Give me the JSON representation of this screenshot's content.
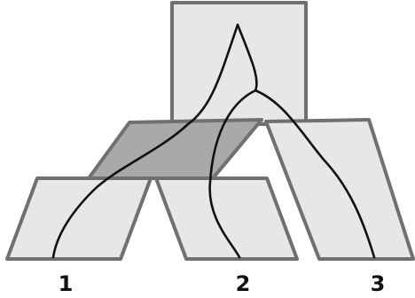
{
  "diagram": {
    "tip_labels": [
      "1",
      "2",
      "3"
    ],
    "colors": {
      "tube_fill": "#e7e7e7",
      "tube_outline": "#707070",
      "shaded_branch_fill": "#a9a9a9",
      "lineage_line": "#111111"
    }
  }
}
